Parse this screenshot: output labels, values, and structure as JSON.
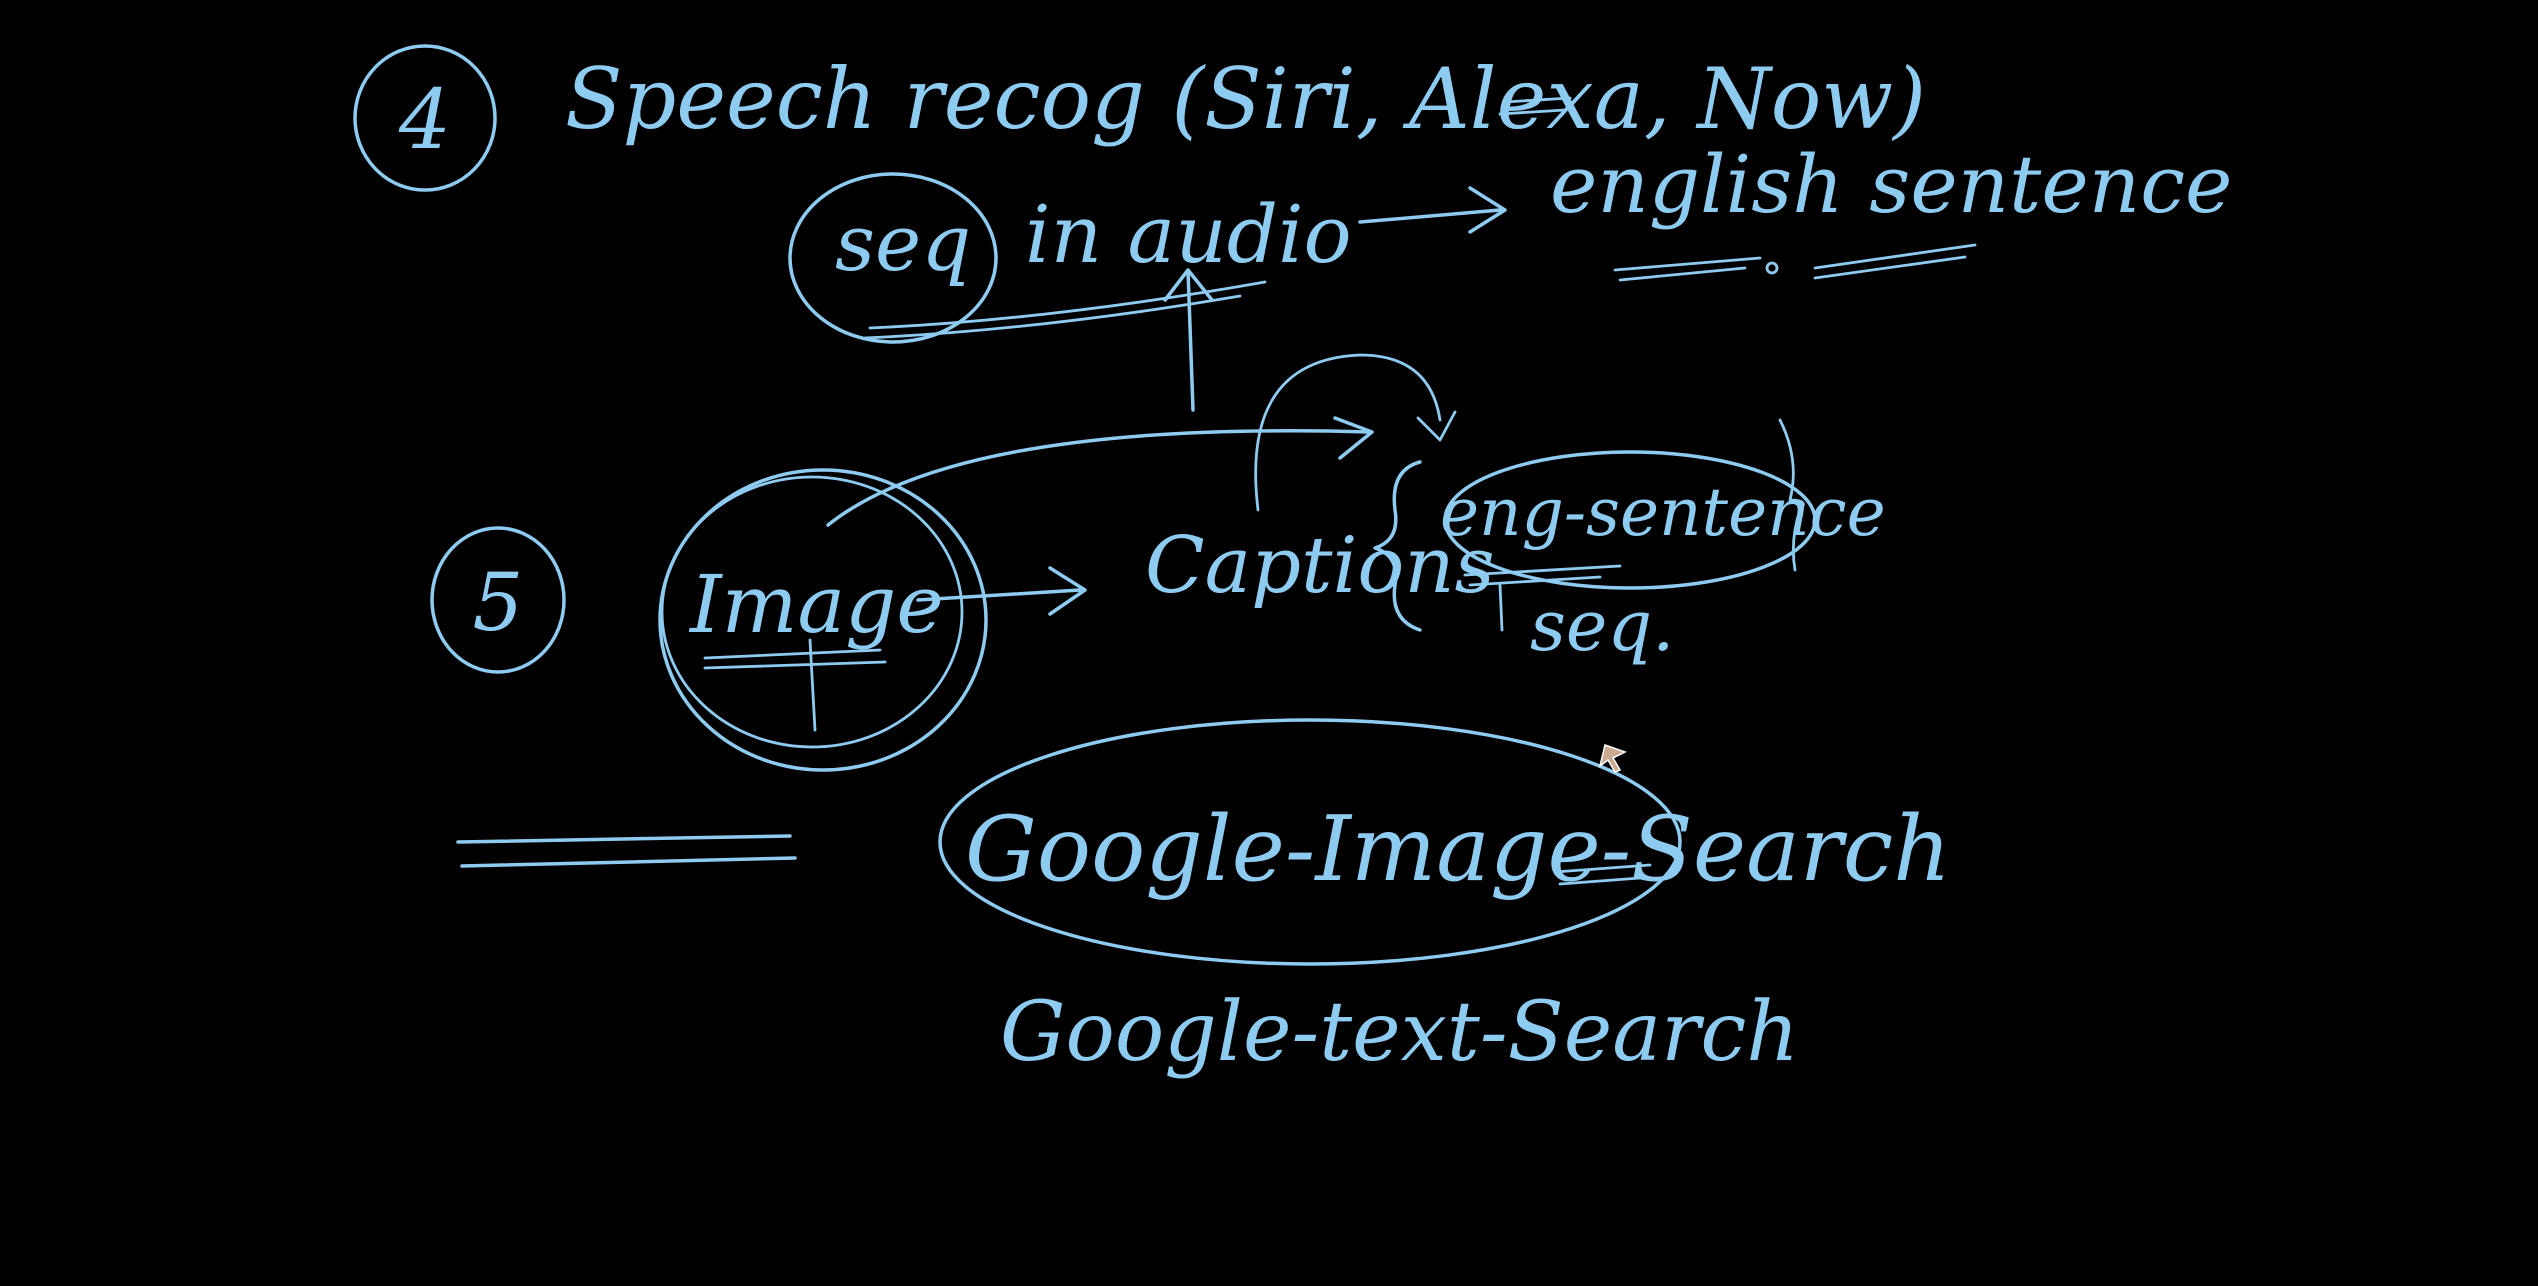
{
  "colors": {
    "background": "#000000",
    "ink": "#8ecbf0"
  },
  "section4": {
    "number": "4",
    "heading": "Speech recog (Siri, Alexa, Now)",
    "input": "seq in audio",
    "input_circled": "seq",
    "input_rest": "in audio",
    "output": "english sentence"
  },
  "section5": {
    "number": "5",
    "input": "Image",
    "output_label": "Captions",
    "output_item": "eng-sentence",
    "output_note": "seq."
  },
  "searches": {
    "image_search": "Google-Image-Search",
    "text_search": "Google-text-Search"
  },
  "icons": {
    "cursor": "pointer-cursor-icon"
  }
}
